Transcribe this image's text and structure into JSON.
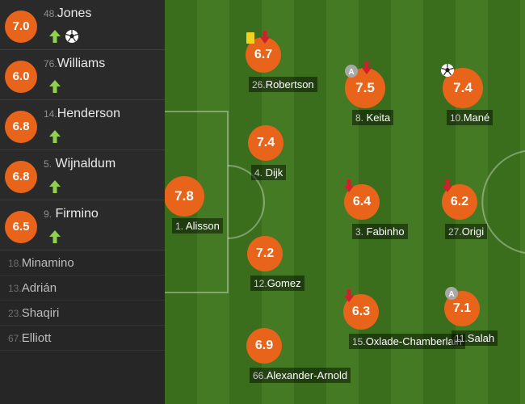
{
  "substitutes": [
    {
      "number": "48.",
      "name": "Jones",
      "rating": "7.0"
    },
    {
      "number": "76.",
      "name": "Williams",
      "rating": "6.0"
    },
    {
      "number": "14.",
      "name": "Henderson",
      "rating": "6.8"
    },
    {
      "number": "5.",
      "name": "Wijnaldum",
      "rating": "6.8"
    },
    {
      "number": "9.",
      "name": "Firmino",
      "rating": "6.5"
    }
  ],
  "bench": [
    {
      "number": "18.",
      "name": "Minamino"
    },
    {
      "number": "13.",
      "name": "Adrián"
    },
    {
      "number": "23.",
      "name": "Shaqiri"
    },
    {
      "number": "67.",
      "name": "Elliott"
    }
  ],
  "players": [
    {
      "number": "1.",
      "name": "Alisson",
      "rating": "7.8"
    },
    {
      "number": "26.",
      "name": "Robertson",
      "rating": "6.7"
    },
    {
      "number": "4.",
      "name": "Dijk",
      "rating": "7.4"
    },
    {
      "number": "12.",
      "name": "Gomez",
      "rating": "7.2"
    },
    {
      "number": "66.",
      "name": "Alexander-Arnold",
      "rating": "6.9"
    },
    {
      "number": "8.",
      "name": "Keita",
      "rating": "7.5"
    },
    {
      "number": "3.",
      "name": "Fabinho",
      "rating": "6.4"
    },
    {
      "number": "15.",
      "name": "Oxlade-Chamberlain",
      "rating": "6.3"
    },
    {
      "number": "10.",
      "name": "Mané",
      "rating": "7.4"
    },
    {
      "number": "27.",
      "name": "Origi",
      "rating": "6.2"
    },
    {
      "number": "11.",
      "name": "Salah",
      "rating": "7.1"
    }
  ],
  "icons": {
    "sub_in": "green-arrow-up-icon",
    "sub_out": "red-arrow-down-icon",
    "goal": "soccer-ball-icon",
    "yellow_card": "yellow-card-icon",
    "assist": "assist-badge-icon",
    "assist_letter": "A"
  },
  "colors": {
    "rating": "#e8641b",
    "pitch_dark": "#3a6e1c",
    "pitch_light": "#447a23",
    "sub_in": "#8fd14f",
    "sub_out": "#d0202a",
    "yellow_card": "#f2d21b"
  }
}
